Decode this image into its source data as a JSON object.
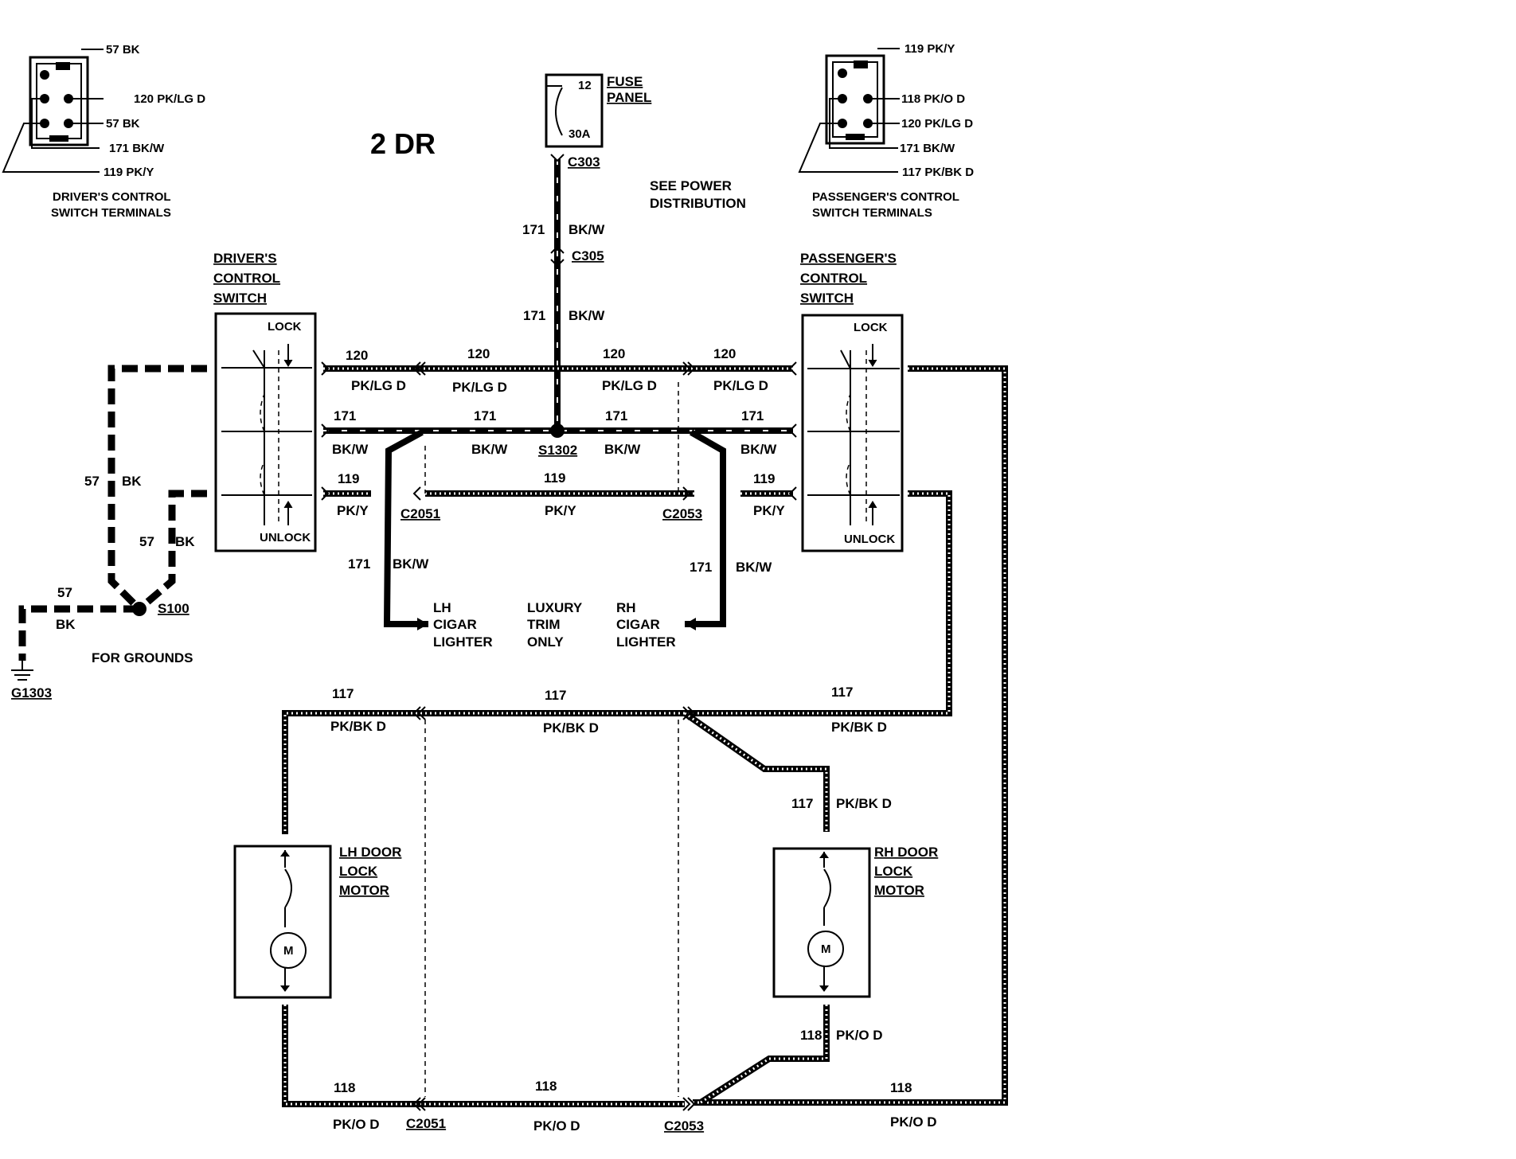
{
  "title": "2 DR",
  "driver_terminals": {
    "pins": [
      "57 BK",
      "120 PK/LG D",
      "57 BK",
      "171 BK/W",
      "119 PK/Y"
    ],
    "caption": [
      "DRIVER'S CONTROL",
      "SWITCH TERMINALS"
    ]
  },
  "passenger_terminals": {
    "pins": [
      "119 PK/Y",
      "118 PK/O D",
      "120 PK/LG D",
      "171 BK/W",
      "117 PK/BK D"
    ],
    "caption": [
      "PASSENGER'S CONTROL",
      "SWITCH TERMINALS"
    ]
  },
  "fuse_panel": {
    "label": [
      "FUSE",
      "PANEL"
    ],
    "pin": "12",
    "rating": "30A",
    "connector": "C303"
  },
  "see_power": [
    "SEE POWER",
    "DISTRIBUTION"
  ],
  "feed": {
    "circuit": "171",
    "color": "BK/W",
    "connector": "C305"
  },
  "driver_switch": {
    "label": [
      "DRIVER'S",
      "CONTROL",
      "SWITCH"
    ],
    "lock": "LOCK",
    "unlock": "UNLOCK"
  },
  "passenger_switch": {
    "label": [
      "PASSENGER'S",
      "CONTROL",
      "SWITCH"
    ],
    "lock": "LOCK",
    "unlock": "UNLOCK"
  },
  "wires": {
    "c120": "120",
    "pklg": "PK/LG D",
    "c171": "171",
    "bkw": "BK/W",
    "c119": "119",
    "pky": "PK/Y",
    "c117": "117",
    "pkbk": "PK/BK D",
    "c118": "118",
    "pko": "PK/O D",
    "c57": "57",
    "bk": "BK"
  },
  "splices": {
    "s1302": "S1302",
    "s100": "S100"
  },
  "connectors": {
    "c2051": "C2051",
    "c2053": "C2053"
  },
  "ground": {
    "id": "G1303",
    "note": "FOR GROUNDS"
  },
  "lighters": {
    "lh": [
      "LH",
      "CIGAR",
      "LIGHTER"
    ],
    "luxury": [
      "LUXURY",
      "TRIM",
      "ONLY"
    ],
    "rh": [
      "RH",
      "CIGAR",
      "LIGHTER"
    ]
  },
  "lh_motor": {
    "label": [
      "LH DOOR",
      "LOCK",
      "MOTOR"
    ],
    "symbol": "M"
  },
  "rh_motor": {
    "label": [
      "RH DOOR",
      "LOCK",
      "MOTOR"
    ],
    "symbol": "M"
  }
}
